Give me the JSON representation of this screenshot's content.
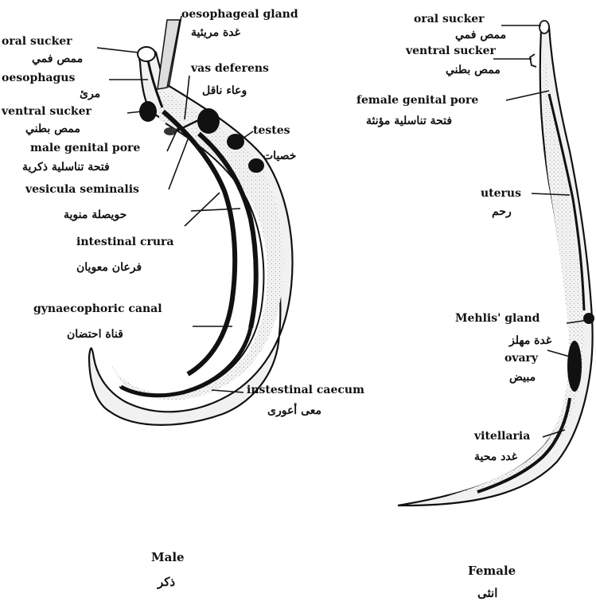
{
  "male": {
    "caption_en": "Male",
    "caption_ar": "ذكر",
    "labels": [
      {
        "en": "oesophageal gland",
        "ar": "غدة مريئية"
      },
      {
        "en": "oral sucker",
        "ar": "ممص فمي"
      },
      {
        "en": "oesophagus",
        "ar": "مرئ"
      },
      {
        "en": "vas deferens",
        "ar": "وعاء ناقل"
      },
      {
        "en": "ventral sucker",
        "ar": "ممص بطني"
      },
      {
        "en": "testes",
        "ar": "خصيات"
      },
      {
        "en": "male genital pore",
        "ar": "فتحة تناسلية ذكرية"
      },
      {
        "en": "vesicula seminalis",
        "ar": "حويصلة منوية"
      },
      {
        "en": "intestinal crura",
        "ar": "فرعان معويان"
      },
      {
        "en": "gynaecophoric canal",
        "ar": "قناة احتضان"
      },
      {
        "en": "instestinal caecum",
        "ar": "معى أعورى"
      }
    ]
  },
  "female": {
    "caption_en": "Female",
    "caption_ar": "انثى",
    "labels": [
      {
        "en": "oral sucker",
        "ar": "ممص فمي"
      },
      {
        "en": "ventral sucker",
        "ar": "ممص بطني"
      },
      {
        "en": "female genital pore",
        "ar": "فتحة تناسلية مؤنثة"
      },
      {
        "en": "uterus",
        "ar": "رحم"
      },
      {
        "en": "Mehlis' gland",
        "ar": "غدة مهلز"
      },
      {
        "en": "ovary",
        "ar": "مبيض"
      },
      {
        "en": "vitellaria",
        "ar": "غدد محية"
      }
    ]
  }
}
